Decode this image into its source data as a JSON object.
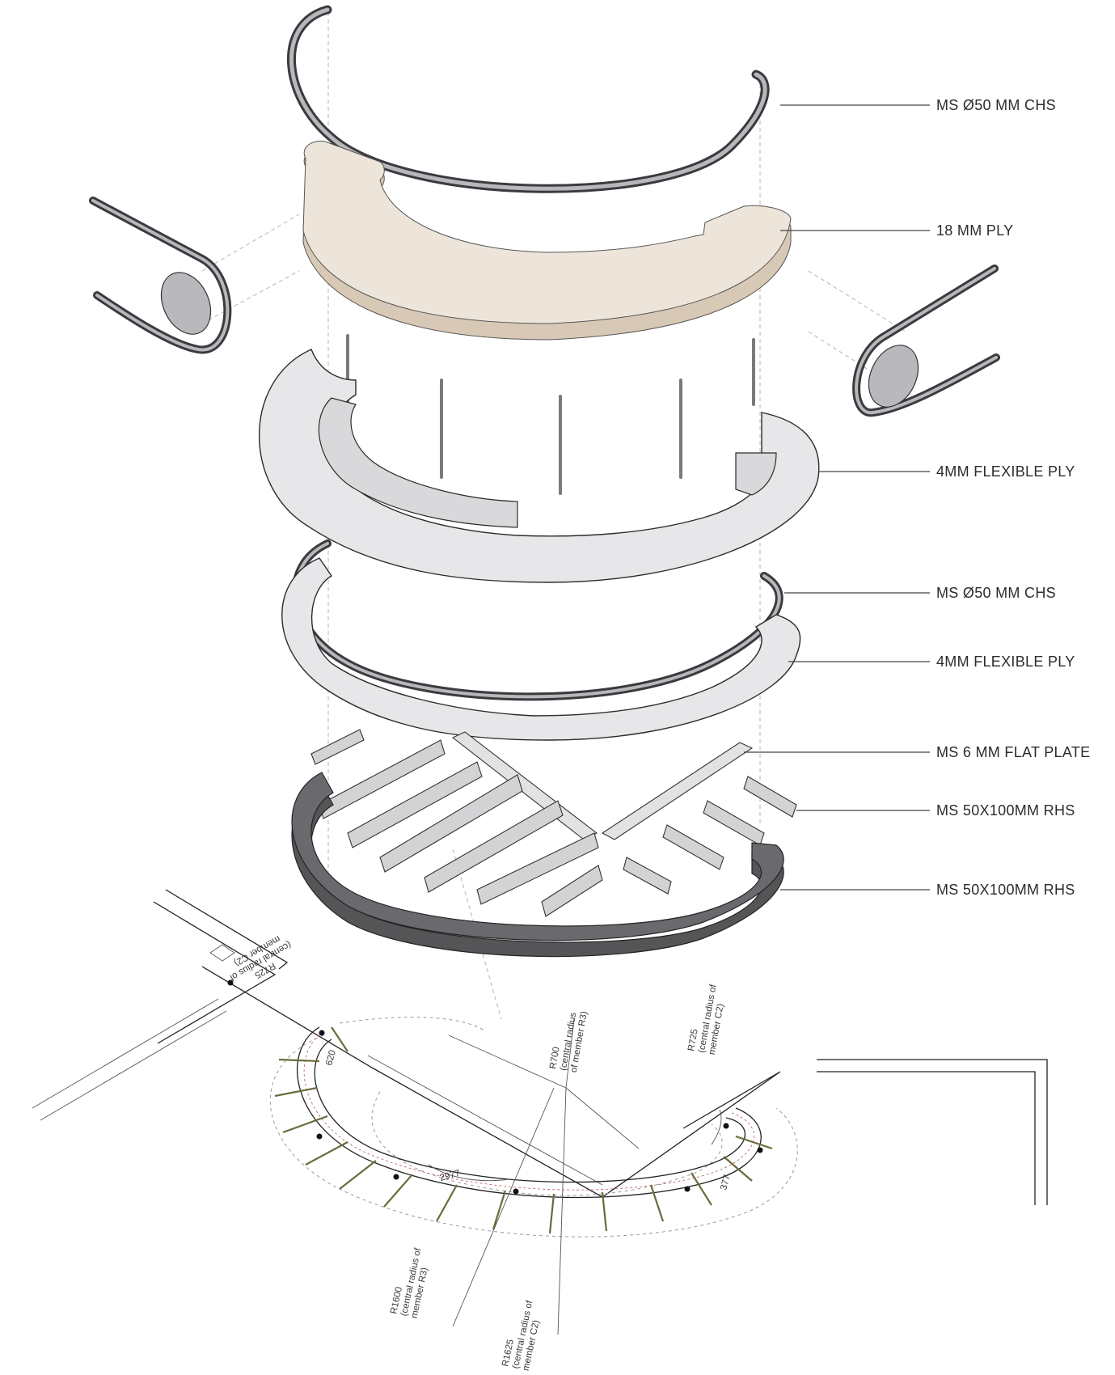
{
  "labels": {
    "chs_top": "MS Ø50 MM CHS",
    "ply_18": "18 MM PLY",
    "flex_ply_1": "4MM FLEXIBLE PLY",
    "chs_mid": "MS Ø50 MM CHS",
    "flex_ply_2": "4MM FLEXIBLE PLY",
    "flat_plate": "MS 6 MM FLAT PLATE",
    "rhs_1": "MS 50X100MM RHS",
    "rhs_2": "MS 50X100MM RHS"
  },
  "plan": {
    "r725_top_left_a": "R725",
    "r725_top_left_b": "(central radius of",
    "r725_top_left_c": "member C2)",
    "r700_a": "R700",
    "r700_b": "(central radius",
    "r700_c": "of member R3)",
    "r725_right_a": "R725",
    "r725_right_b": "(central radius of",
    "r725_right_c": "member C2)",
    "dim_620": "620",
    "dim_377": "377",
    "dim_2977": "2977",
    "r1600_a": "R1600",
    "r1600_b": "(central radius of",
    "r1600_c": "member R3)",
    "r1625_a": "R1625",
    "r1625_b": "(central radius of",
    "r1625_c": "member C2)"
  },
  "colors": {
    "tube_dark": "#3b3b3f",
    "tube_light": "#b8b8bc",
    "ply_18": "#eee5da",
    "flex_ply": "#e7e6e8",
    "rhs": "#d3d3d5",
    "disc": "#b9b8bd"
  }
}
